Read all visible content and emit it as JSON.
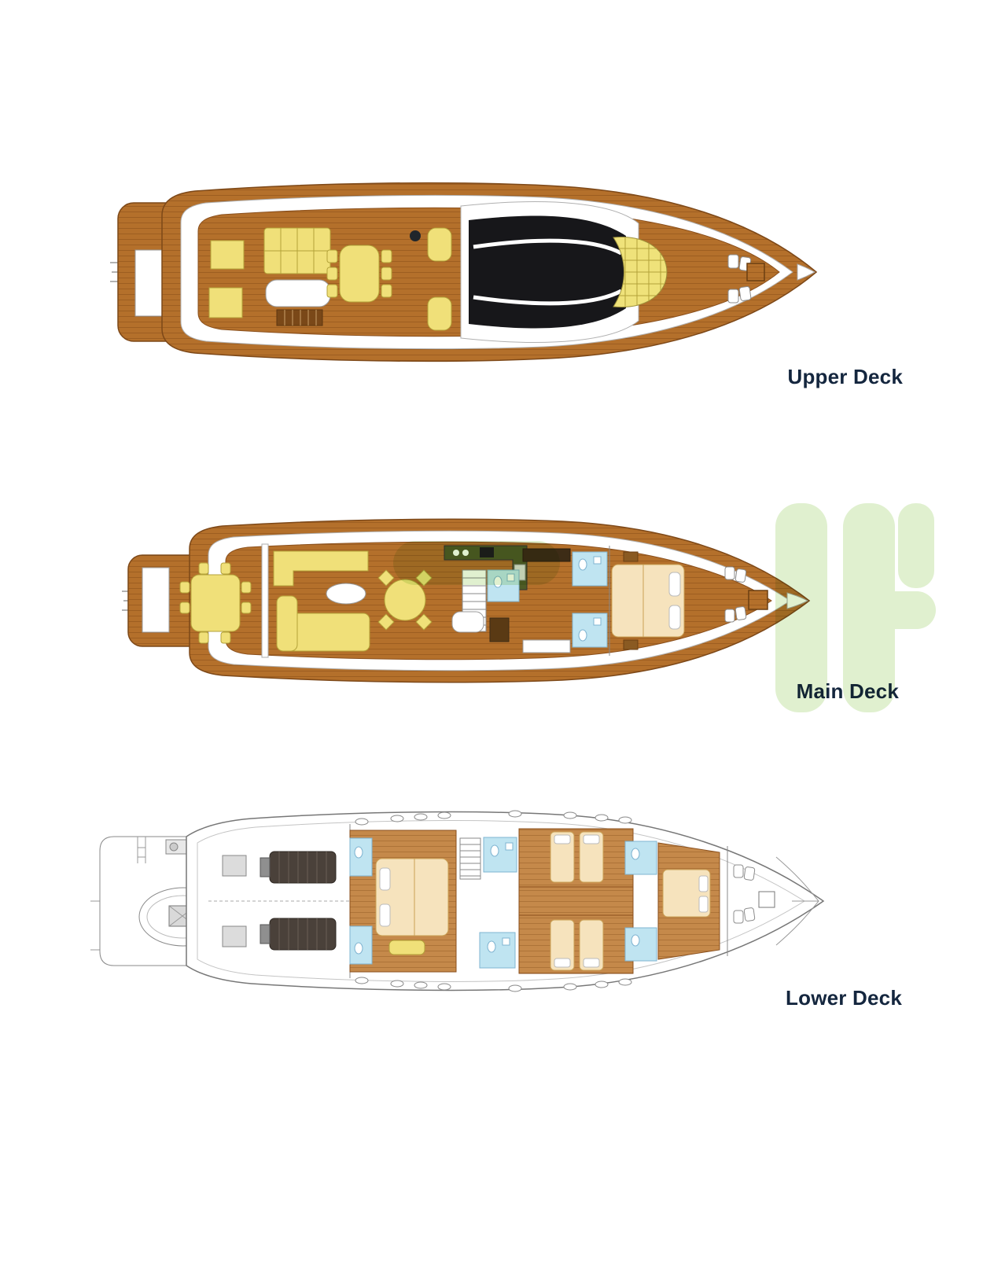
{
  "page": {
    "background": "#ffffff"
  },
  "decks": [
    {
      "id": "upper-deck",
      "label": "Upper Deck"
    },
    {
      "id": "main-deck",
      "label": "Main Deck"
    },
    {
      "id": "lower-deck",
      "label": "Lower Deck"
    }
  ],
  "colors": {
    "label_text": "#14263e",
    "watermark_green": "#e0f0cf",
    "wood": "#b4702b",
    "wood_outline": "#7d4818",
    "furniture_yellow": "#f0e079",
    "bed_beige": "#f6e3bd",
    "bathroom_blue": "#bfe4f1",
    "glass_black": "#17171a",
    "galley_green": "#4f5b26"
  }
}
